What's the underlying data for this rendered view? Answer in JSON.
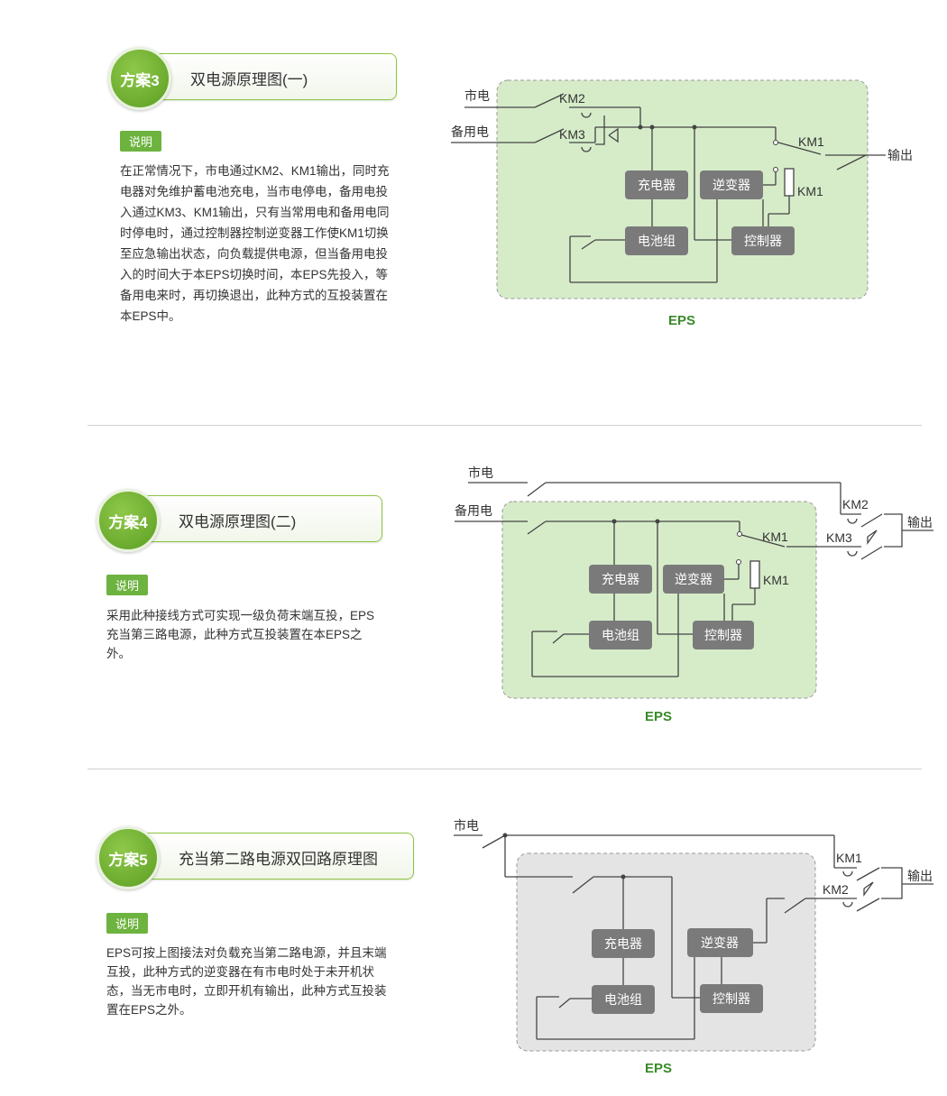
{
  "sections": [
    {
      "badge": "方案3",
      "title": "双电源原理图(一)",
      "tag": "说明",
      "desc": "在正常情况下，市电通过KM2、KM1输出，同时充电器对免维护蓄电池充电，当市电停电，备用电投入通过KM3、KM1输出，只有当常用电和备用电同时停电时，通过控制器控制逆变器工作使KM1切换至应急输出状态，向负载提供电源，但当备用电投入的时间大于本EPS切换时间，本EPS先投入，等备用电来时，再切换退出，此种方式的互投装置在本EPS中。"
    },
    {
      "badge": "方案4",
      "title": "双电源原理图(二)",
      "tag": "说明",
      "desc": "采用此种接线方式可实现一级负荷末端互投，EPS充当第三路电源，此种方式互投装置在本EPS之外。"
    },
    {
      "badge": "方案5",
      "title": "充当第二路电源双回路原理图",
      "tag": "说明",
      "desc": "EPS可按上图接法对负载充当第二路电源，并且末端互投，此种方式的逆变器在有市电时处于未开机状态，当无市电时，立即开机有输出，此种方式互投装置在EPS之外。"
    }
  ],
  "diagrams": [
    {
      "mains": "市电",
      "backup": "备用电",
      "output": "输出",
      "km1": "KM1",
      "km1b": "KM1",
      "km2": "KM2",
      "km3": "KM3",
      "charger": "充电器",
      "inverter": "逆变器",
      "battery": "电池组",
      "controller": "控制器",
      "eps": "EPS"
    },
    {
      "mains": "市电",
      "backup": "备用电",
      "output": "输出",
      "km1": "KM1",
      "km1b": "KM1",
      "km2": "KM2",
      "km3": "KM3",
      "charger": "充电器",
      "inverter": "逆变器",
      "battery": "电池组",
      "controller": "控制器",
      "eps": "EPS"
    },
    {
      "mains": "市电",
      "output": "输出",
      "km1": "KM1",
      "km2": "KM2",
      "charger": "充电器",
      "inverter": "逆变器",
      "battery": "电池组",
      "controller": "控制器",
      "eps": "EPS"
    }
  ],
  "colors": {
    "accent_green": "#6db33f",
    "eps_box_green": "#d6ecc9",
    "eps_box_gray": "#e4e4e4",
    "component_box": "#7a7a7a",
    "eps_label": "#3a8a2a"
  }
}
